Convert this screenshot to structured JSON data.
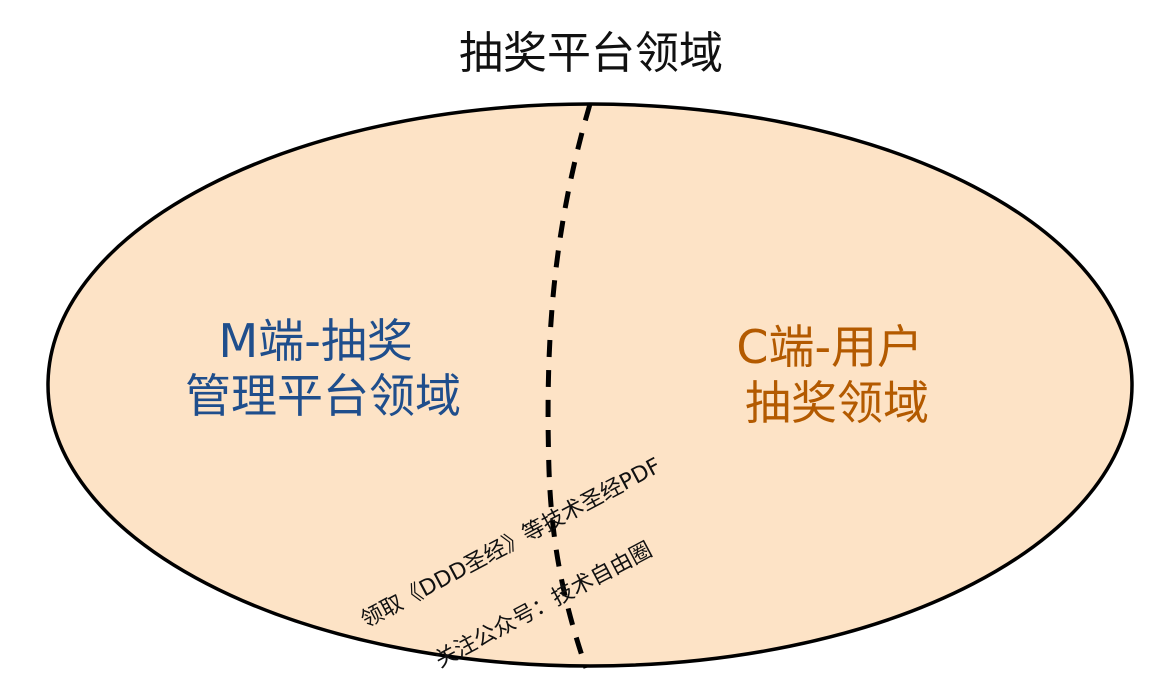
{
  "diagram": {
    "title": "抽奖平台领域",
    "left_region": {
      "line1": "M端-抽奖",
      "line2": "管理平台领域"
    },
    "right_region": {
      "line1": "C端-用户",
      "line2": "抽奖领域"
    },
    "watermark": {
      "line1": "领取《DDD圣经》等技术圣经PDF",
      "line2": "关注公众号：技术自由圈"
    },
    "colors": {
      "fill": "#fde3c6",
      "outline": "#000000",
      "left_text": "#1f4e8c",
      "right_text": "#b35a00"
    }
  }
}
